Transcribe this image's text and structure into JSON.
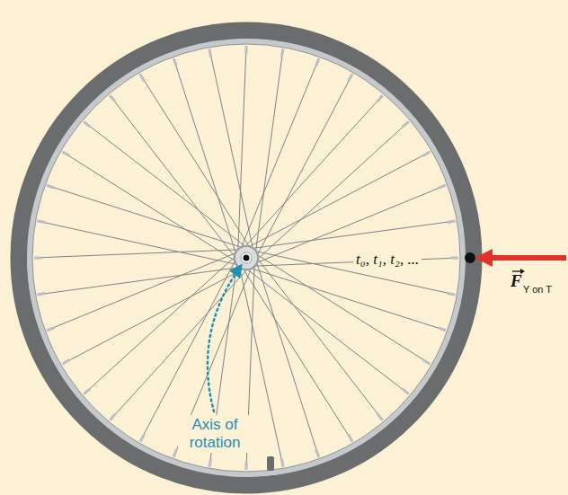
{
  "diagram": {
    "labels": [
      "t₀, t₁, t₂, ...",
      "F",
      "Y on T",
      "Axis of rotation"
    ]
  }
}
